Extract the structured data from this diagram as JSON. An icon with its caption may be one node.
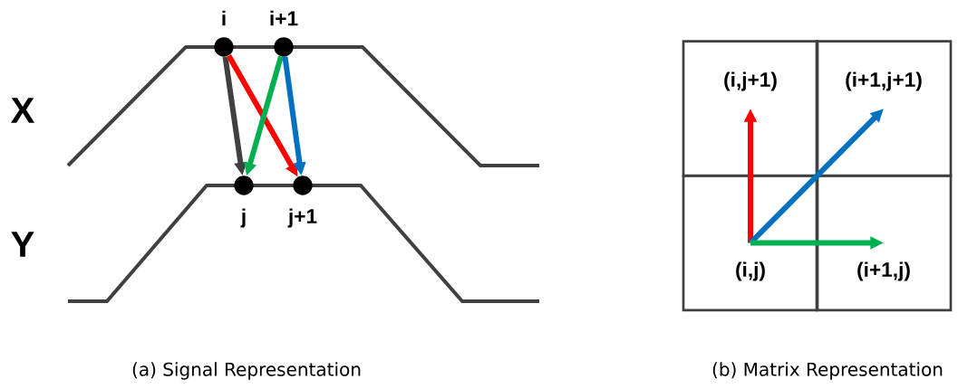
{
  "diagram": {
    "nodes": [
      {
        "text": [
          "i"
        ]
      },
      {
        "text": [
          "i+1"
        ]
      },
      {
        "text": [
          "j"
        ]
      },
      {
        "text": [
          "j+1"
        ]
      },
      {
        "text": [
          "(i,j+1)"
        ]
      },
      {
        "text": [
          "(i+1,j+1)"
        ]
      },
      {
        "text": [
          "(i,j)"
        ]
      },
      {
        "text": [
          "(i+1,j)"
        ]
      }
    ],
    "edges": [
      {
        "from": 0,
        "to": 2,
        "arrow": "to",
        "color": "#404040"
      },
      {
        "from": 0,
        "to": 3,
        "arrow": "to",
        "color": "#ff0000"
      },
      {
        "from": 1,
        "to": 2,
        "arrow": "to",
        "color": "#00b050"
      },
      {
        "from": 1,
        "to": 3,
        "arrow": "to",
        "color": "#0070c0"
      },
      {
        "from": 6,
        "to": 4,
        "arrow": "to",
        "color": "#ff0000"
      },
      {
        "from": 6,
        "to": 5,
        "arrow": "to",
        "color": "#0070c0"
      },
      {
        "from": 6,
        "to": 7,
        "arrow": "to",
        "color": "#00b050"
      }
    ],
    "labels": [
      "X",
      "Y",
      "(a) Signal Representation",
      "(b) Matrix Representation"
    ]
  }
}
